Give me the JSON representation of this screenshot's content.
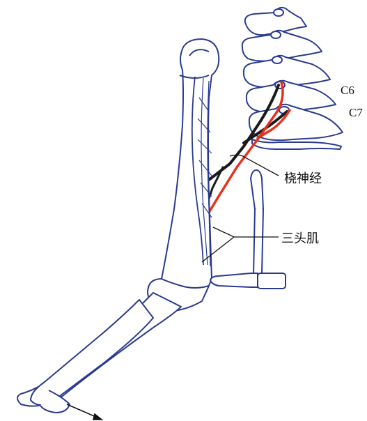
{
  "labels": {
    "c6": "C6",
    "c7": "C7",
    "radial_nerve": "桡神经",
    "triceps": "三头肌"
  },
  "colors": {
    "bone_outline": "#2a3b8f",
    "nerve_black": "#1a1a1a",
    "nerve_red": "#e5321e",
    "label_line": "#111111",
    "background": "#ffffff"
  }
}
